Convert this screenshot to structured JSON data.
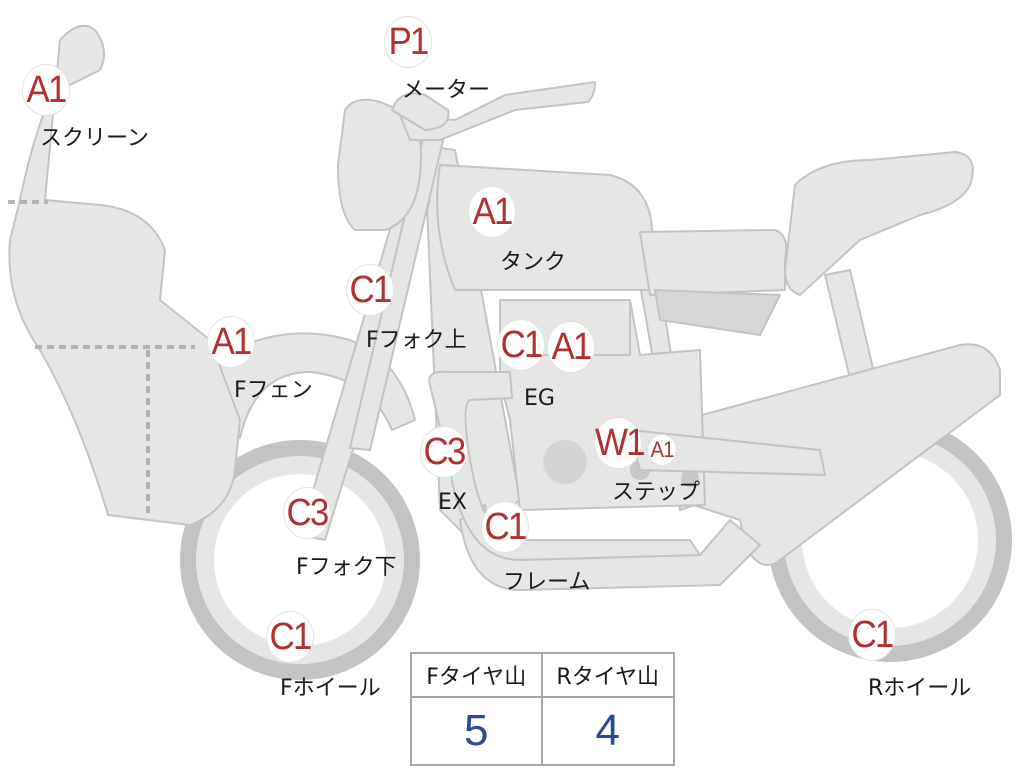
{
  "colors": {
    "part_fill": "#e6e6e4",
    "part_stroke": "#c3c3c1",
    "badge_text": "#b0312f",
    "value_text": "#2a4a9a"
  },
  "parts": [
    {
      "id": "screen",
      "badge": "A1",
      "label": "スクリーン"
    },
    {
      "id": "meter",
      "badge": "P1",
      "label": "メーター"
    },
    {
      "id": "tank",
      "badge": "A1",
      "label": "タンク"
    },
    {
      "id": "ffork_up",
      "badge": "C1",
      "label": "Fフォク上"
    },
    {
      "id": "eg",
      "badges": [
        "C1",
        "A1"
      ],
      "label": "EG"
    },
    {
      "id": "ffender",
      "badge": "A1",
      "label": "Fフェン"
    },
    {
      "id": "ex",
      "badge": "C3",
      "label": "EX"
    },
    {
      "id": "step",
      "badges": [
        "W1",
        "A1"
      ],
      "label": "ステップ"
    },
    {
      "id": "ffork_lo",
      "badge": "C3",
      "label": "Fフォク下"
    },
    {
      "id": "frame",
      "badge": "C1",
      "label": "フレーム"
    },
    {
      "id": "fwheel",
      "badge": "C1",
      "label": "Fホイール"
    },
    {
      "id": "rwheel",
      "badge": "C1",
      "label": "Rホイール"
    }
  ],
  "tread_table": {
    "headers": [
      "Fタイヤ山",
      "Rタイヤ山"
    ],
    "values": [
      "5",
      "4"
    ]
  }
}
